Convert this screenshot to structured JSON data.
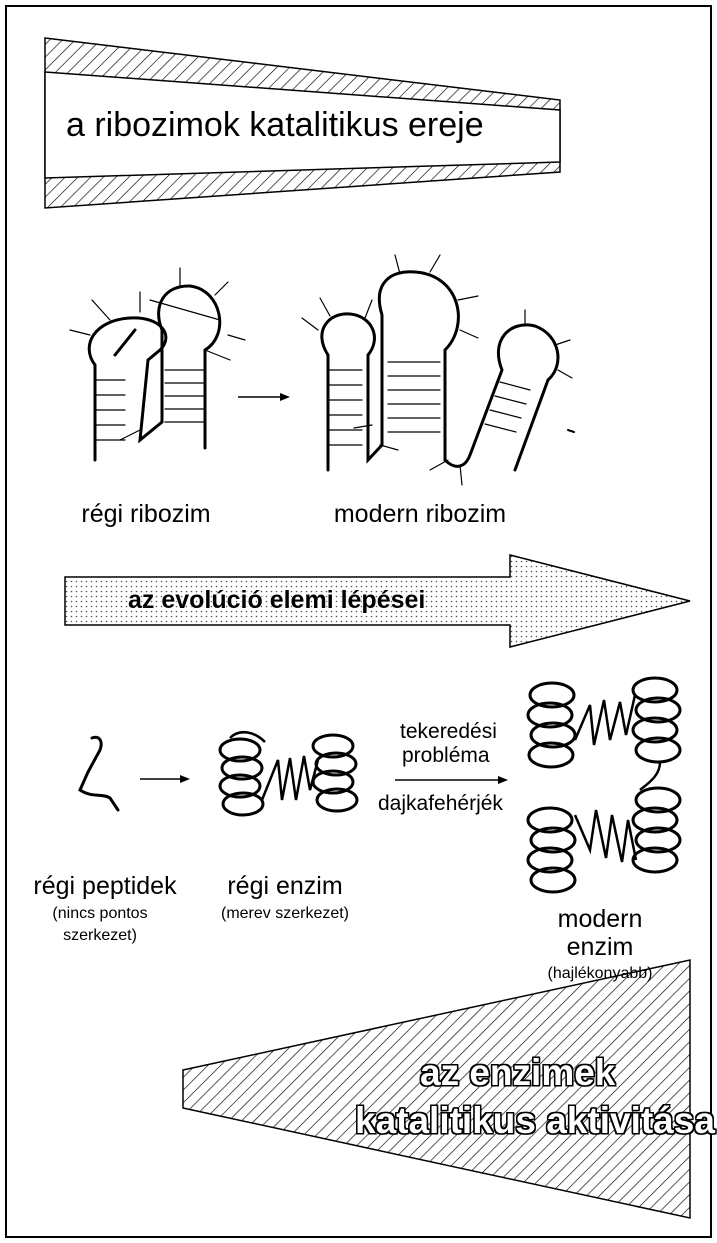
{
  "ribozyme_banner": {
    "title": "a ribozimok katalitikus ereje"
  },
  "ribozymes": {
    "old_label": "régi ribozim",
    "modern_label": "modern ribozim"
  },
  "evolution_arrow": {
    "label": "az evolúció elemi lépései"
  },
  "proteins": {
    "old_peptides_label": "régi peptidek",
    "old_peptides_note_line1": "(nincs pontos",
    "old_peptides_note_line2": "szerkezet)",
    "old_enzyme_label": "régi enzim",
    "old_enzyme_note": "(merev szerkezet)",
    "folding_problem_line1": "tekeredési",
    "folding_problem_line2": "probléma",
    "chaperones_label": "dajkafehérjék",
    "modern_enzyme_line1": "modern",
    "modern_enzyme_line2": "enzim",
    "modern_enzyme_note": "(hajlékonyabb)"
  },
  "enzyme_banner": {
    "title_line1": "az enzimek",
    "title_line2": "katalitikus aktivitása"
  }
}
